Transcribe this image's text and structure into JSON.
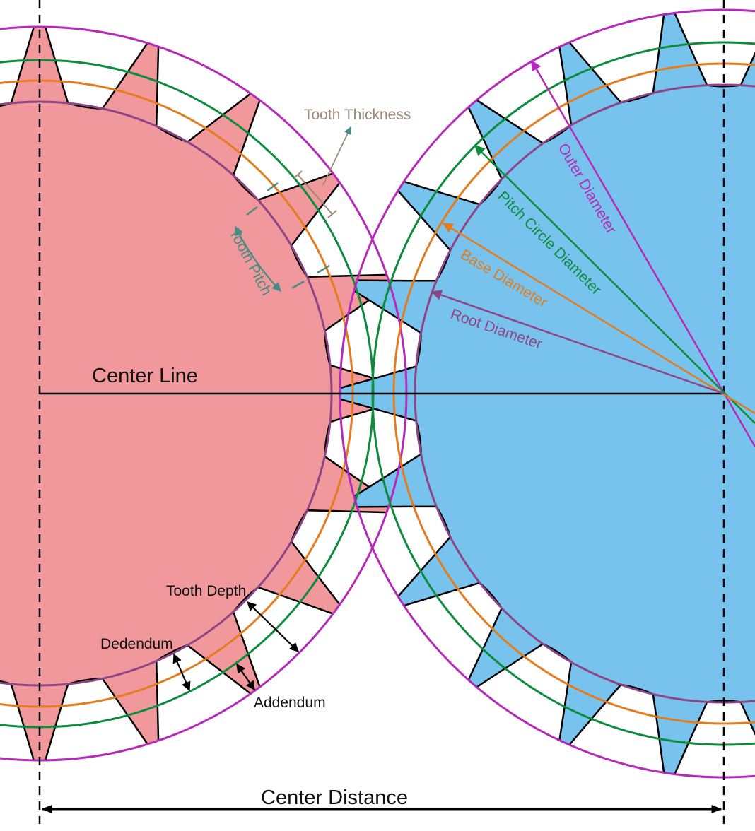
{
  "labels": {
    "center_line": "Center Line",
    "center_distance": "Center Distance",
    "tooth_thickness": "Tooth Thickness",
    "tooth_pitch": "Tooth Pitch",
    "tooth_depth": "Tooth Depth",
    "dedendum": "Dedendum",
    "addendum": "Addendum",
    "outer_diameter": "Outer Diameter",
    "pitch_circle_diameter": "Pitch Circle Diameter",
    "base_diameter": "Base Diameter",
    "root_diameter": "Root Diameter"
  },
  "colors": {
    "left_gear_fill": "#f0989c",
    "right_gear_fill": "#77c3ed",
    "outer_circle": "#b52ab8",
    "pitch_circle": "#0e8c3e",
    "base_circle": "#e37c1e",
    "root_circle": "#8e4585",
    "tooth_pitch": "#4a8b84",
    "tooth_thickness": "#9b8a75",
    "outline": "#000000"
  }
}
